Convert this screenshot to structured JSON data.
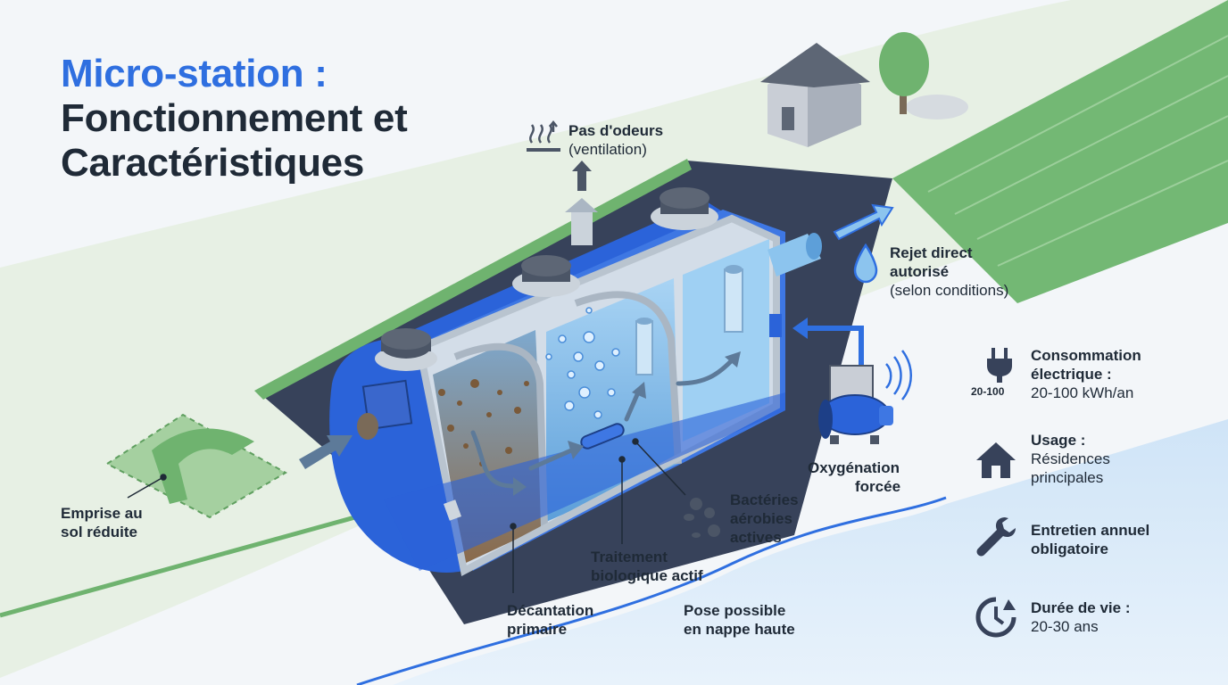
{
  "title": {
    "line1": "Micro-station :",
    "line2": "Fonctionnement et",
    "line3": "Caractéristiques"
  },
  "labels": {
    "odeurs": {
      "bold": "Pas d'odeurs",
      "normal": "(ventilation)"
    },
    "rejet": {
      "bold1": "Rejet direct",
      "bold2": "autorisé",
      "normal": "(selon conditions)"
    },
    "oxygenation": {
      "line1": "Oxygénation",
      "line2": "forcée"
    },
    "bacteries": {
      "line1": "Bactéries",
      "line2": "aérobies",
      "line3": "actives"
    },
    "traitement": {
      "line1": "Traitement",
      "line2": "biologique actif"
    },
    "decantation": {
      "line1": "Décantation",
      "line2": "primaire"
    },
    "nappe": {
      "line1": "Pose possible",
      "line2": "en nappe haute"
    },
    "emprise": {
      "line1": "Emprise au",
      "line2": "sol réduite"
    }
  },
  "features": [
    {
      "icon": "plug-icon",
      "badge": "20-100",
      "title1": "Consommation",
      "title2": "électrique :",
      "detail": "20-100 kWh/an"
    },
    {
      "icon": "house-icon",
      "title1": "Usage :",
      "detail1": "Résidences",
      "detail2": "principales"
    },
    {
      "icon": "wrench-icon",
      "title1": "Entretien annuel",
      "title2": "obligatoire"
    },
    {
      "icon": "clock-icon",
      "title1": "Durée de vie :",
      "detail": "20-30 ans"
    }
  ],
  "colors": {
    "accent": "#2f6fe0",
    "dark": "#1f2a37",
    "grass": "#6fb36f",
    "tank": "#2b63d9",
    "water": "#8cc4ee"
  }
}
